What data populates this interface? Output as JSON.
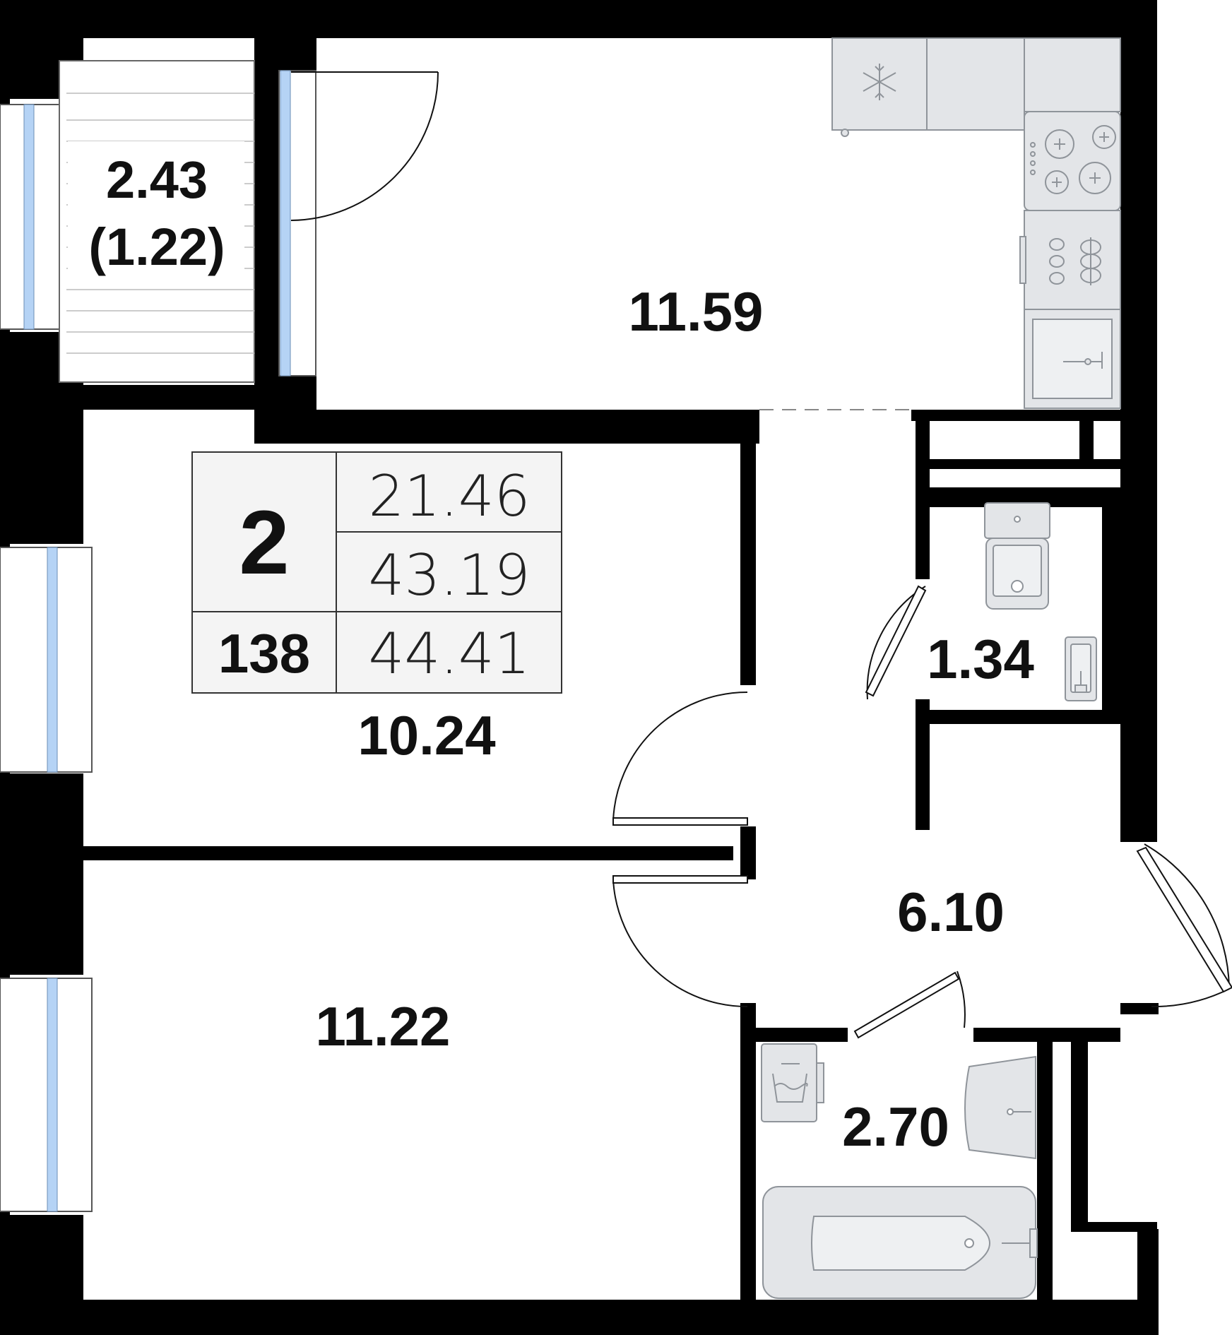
{
  "plan": {
    "rooms": {
      "balcony_area": "2.43",
      "balcony_reduced": "(1.22)",
      "kitchen": "11.59",
      "bedroom_1": "10.24",
      "bedroom_2": "11.22",
      "hallway": "6.10",
      "wc": "1.34",
      "bathroom": "2.70"
    },
    "summary": {
      "room_count": "2",
      "apartment_number": "138",
      "living_area": "21.46",
      "total_area": "43.19",
      "total_with_balcony": "44.41"
    },
    "colors": {
      "wall": "#000000",
      "window_glass": "#b5d3f5",
      "fixture_fill": "#e3e5e8",
      "fixture_stroke": "#8f949a",
      "background": "#ffffff"
    },
    "icons": [
      "snowflake-icon",
      "stove-icon",
      "washer-icon",
      "sink-icon",
      "toilet-icon",
      "bathtub-icon",
      "washing-machine-icon"
    ]
  }
}
